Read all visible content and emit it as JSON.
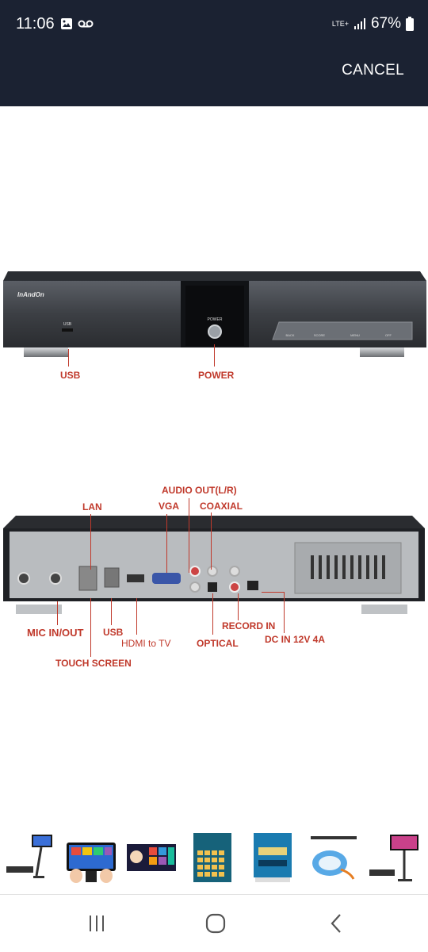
{
  "status": {
    "time": "11:06",
    "network": "LTE+",
    "battery": "67%"
  },
  "header": {
    "cancel_label": "CANCEL"
  },
  "device": {
    "brand": "InAndOn",
    "front_labels": {
      "usb_port": "USB",
      "power_button": "POWER"
    },
    "front_buttons": [
      "BACK",
      "SCORE",
      "MENU",
      "OFF"
    ],
    "callouts": {
      "usb": "USB",
      "power": "POWER",
      "audio_out": "AUDIO OUT(L/R)",
      "lan": "LAN",
      "vga": "VGA",
      "coaxial": "COAXIAL",
      "mic_in_out": "MIC IN/OUT",
      "usb_rear": "USB",
      "hdmi": "HDMI to TV",
      "optical": "OPTICAL",
      "record_in": "RECORD IN",
      "dc_in": "DC IN 12V 4A",
      "touch_screen": "TOUCH SCREEN"
    }
  },
  "colors": {
    "header_bg": "#1b2232",
    "callout": "#c0392b"
  },
  "icons": {
    "nav_recent": "recent-apps-icon",
    "nav_home": "home-icon",
    "nav_back": "back-icon"
  }
}
